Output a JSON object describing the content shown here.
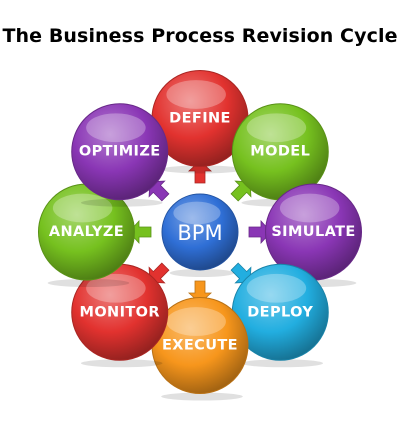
{
  "title": "The Business Process Revision Cycle",
  "center": {
    "label": "BPM",
    "color": "#2f6fd6"
  },
  "nodes": [
    {
      "id": "define",
      "label": "DEFINE",
      "color": "#e2322f"
    },
    {
      "id": "model",
      "label": "MODEL",
      "color": "#76c11f"
    },
    {
      "id": "simulate",
      "label": "SIMULATE",
      "color": "#8a36b5"
    },
    {
      "id": "deploy",
      "label": "DEPLOY",
      "color": "#22aee0"
    },
    {
      "id": "execute",
      "label": "EXECUTE",
      "color": "#f7961c"
    },
    {
      "id": "monitor",
      "label": "MONITOR",
      "color": "#e2322f"
    },
    {
      "id": "analyze",
      "label": "ANALYZE",
      "color": "#76c11f"
    },
    {
      "id": "optimize",
      "label": "OPTIMIZE",
      "color": "#8a36b5"
    }
  ],
  "arrows": [
    {
      "target": "define",
      "color": "#e2322f"
    },
    {
      "target": "model",
      "color": "#76c11f"
    },
    {
      "target": "simulate",
      "color": "#8a36b5"
    },
    {
      "target": "deploy",
      "color": "#22aee0"
    },
    {
      "target": "execute",
      "color": "#f7961c"
    },
    {
      "target": "monitor",
      "color": "#e2322f"
    },
    {
      "target": "analyze",
      "color": "#76c11f"
    },
    {
      "target": "optimize",
      "color": "#8a36b5"
    }
  ]
}
